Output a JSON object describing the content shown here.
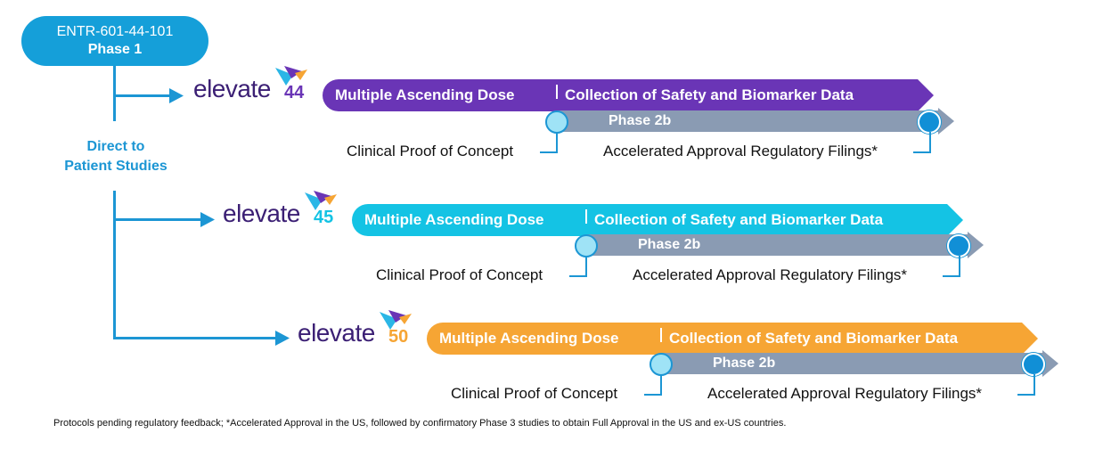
{
  "header": {
    "trial_id": "ENTR-601-44-101",
    "phase": "Phase 1",
    "direct_label_line1": "Direct to",
    "direct_label_line2": "Patient Studies"
  },
  "programs": [
    {
      "brand": "elevate",
      "number": "44",
      "color": "#6a35b6",
      "step1": "Multiple Ascending Dose",
      "step2": "Collection of Safety and Biomarker Data",
      "phase": "Phase 2b",
      "milestone_left": "Clinical Proof of Concept",
      "milestone_right": "Accelerated Approval Regulatory Filings*"
    },
    {
      "brand": "elevate",
      "number": "45",
      "color": "#14c3e4",
      "step1": "Multiple Ascending Dose",
      "step2": "Collection of Safety and Biomarker Data",
      "phase": "Phase 2b",
      "milestone_left": "Clinical Proof of Concept",
      "milestone_right": "Accelerated Approval Regulatory Filings*"
    },
    {
      "brand": "elevate",
      "number": "50",
      "color": "#f6a534",
      "step1": "Multiple Ascending Dose",
      "step2": "Collection of Safety and Biomarker Data",
      "phase": "Phase 2b",
      "milestone_left": "Clinical Proof of Concept",
      "milestone_right": "Accelerated Approval Regulatory Filings*"
    }
  ],
  "footnote": "Protocols pending regulatory feedback; *Accelerated Approval in the US, followed by confirmatory Phase 3 studies to obtain Full Approval in the US and ex-US countries.",
  "colors": {
    "connector": "#1c96d4",
    "phase_bar": "#8a9bb3",
    "brand_text": "#3b1f74"
  }
}
